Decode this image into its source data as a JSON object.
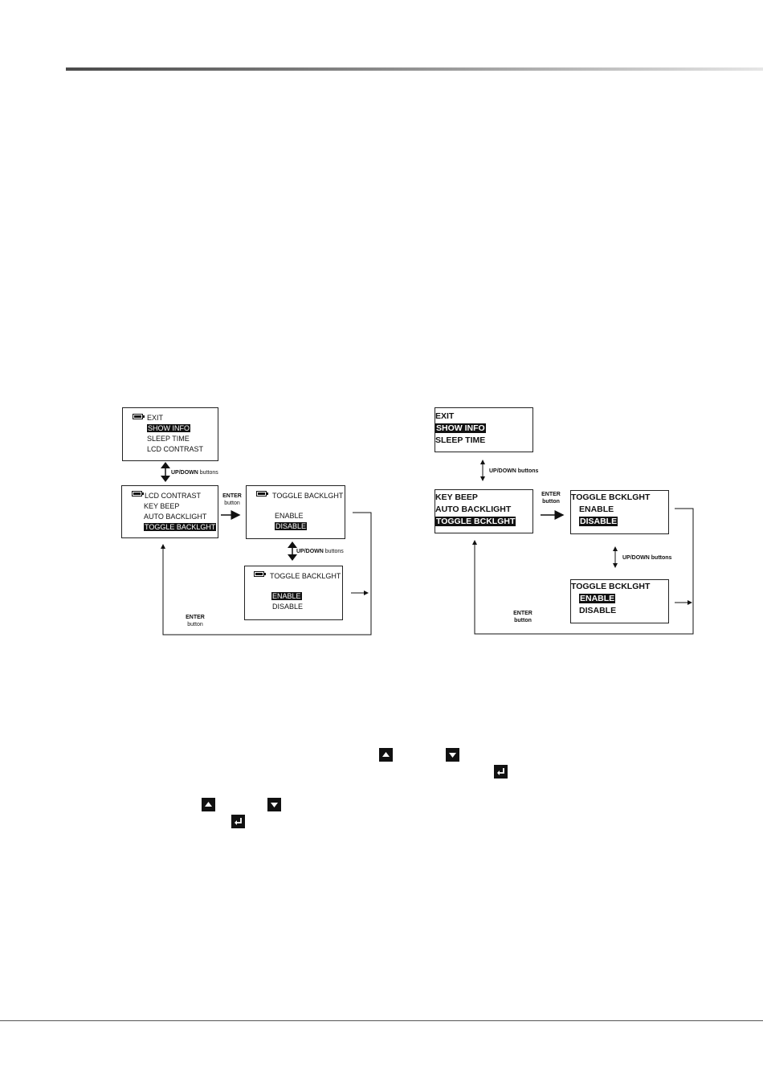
{
  "left_diagram": {
    "menu1": [
      "EXIT",
      "SHOW INFO",
      "SLEEP TIME",
      "LCD CONTRAST"
    ],
    "menu1_selected": "SHOW INFO",
    "menu2": [
      "LCD CONTRAST",
      "KEY BEEP",
      "AUTO BACKLIGHT",
      "TOGGLE BACKLGHT"
    ],
    "menu2_selected": "TOGGLE BACKLGHT",
    "toggle_a": {
      "title": "TOGGLE BACKLGHT",
      "opt1": "ENABLE",
      "opt2": "DISABLE",
      "selected": "DISABLE"
    },
    "toggle_b": {
      "title": "TOGGLE BACKLGHT",
      "opt1": "ENABLE",
      "opt2": "DISABLE",
      "selected": "ENABLE"
    },
    "updown_1": {
      "bold": "UP/DOWN",
      "rest": " buttons"
    },
    "updown_2": {
      "bold": "UP/DOWN",
      "rest": " buttons"
    },
    "enter_1": {
      "bold": "ENTER",
      "rest": "button"
    },
    "enter_2": {
      "bold": "ENTER",
      "rest": "button"
    }
  },
  "right_diagram": {
    "menu1": [
      "EXIT",
      "SHOW INFO",
      "SLEEP TIME"
    ],
    "menu2": [
      "KEY BEEP",
      "AUTO BACKLIGHT",
      "TOGGLE BCKLGHT"
    ],
    "toggle_a": {
      "title": "TOGGLE BCKLGHT",
      "opt1": "ENABLE",
      "opt2": "DISABLE"
    },
    "toggle_b": {
      "title": "TOGGLE BCKLGHT",
      "opt1": "ENABLE",
      "opt2": "DISABLE"
    },
    "updown_1": "UP/DOWN buttons",
    "updown_2": "UP/DOWN buttons",
    "enter_1_a": "ENTER",
    "enter_1_b": "button",
    "enter_2_a": "ENTER",
    "enter_2_b": "button"
  },
  "icons": {
    "up_icon": "up-arrow-icon",
    "down_icon": "down-arrow-icon",
    "enter_icon": "enter-key-icon"
  }
}
